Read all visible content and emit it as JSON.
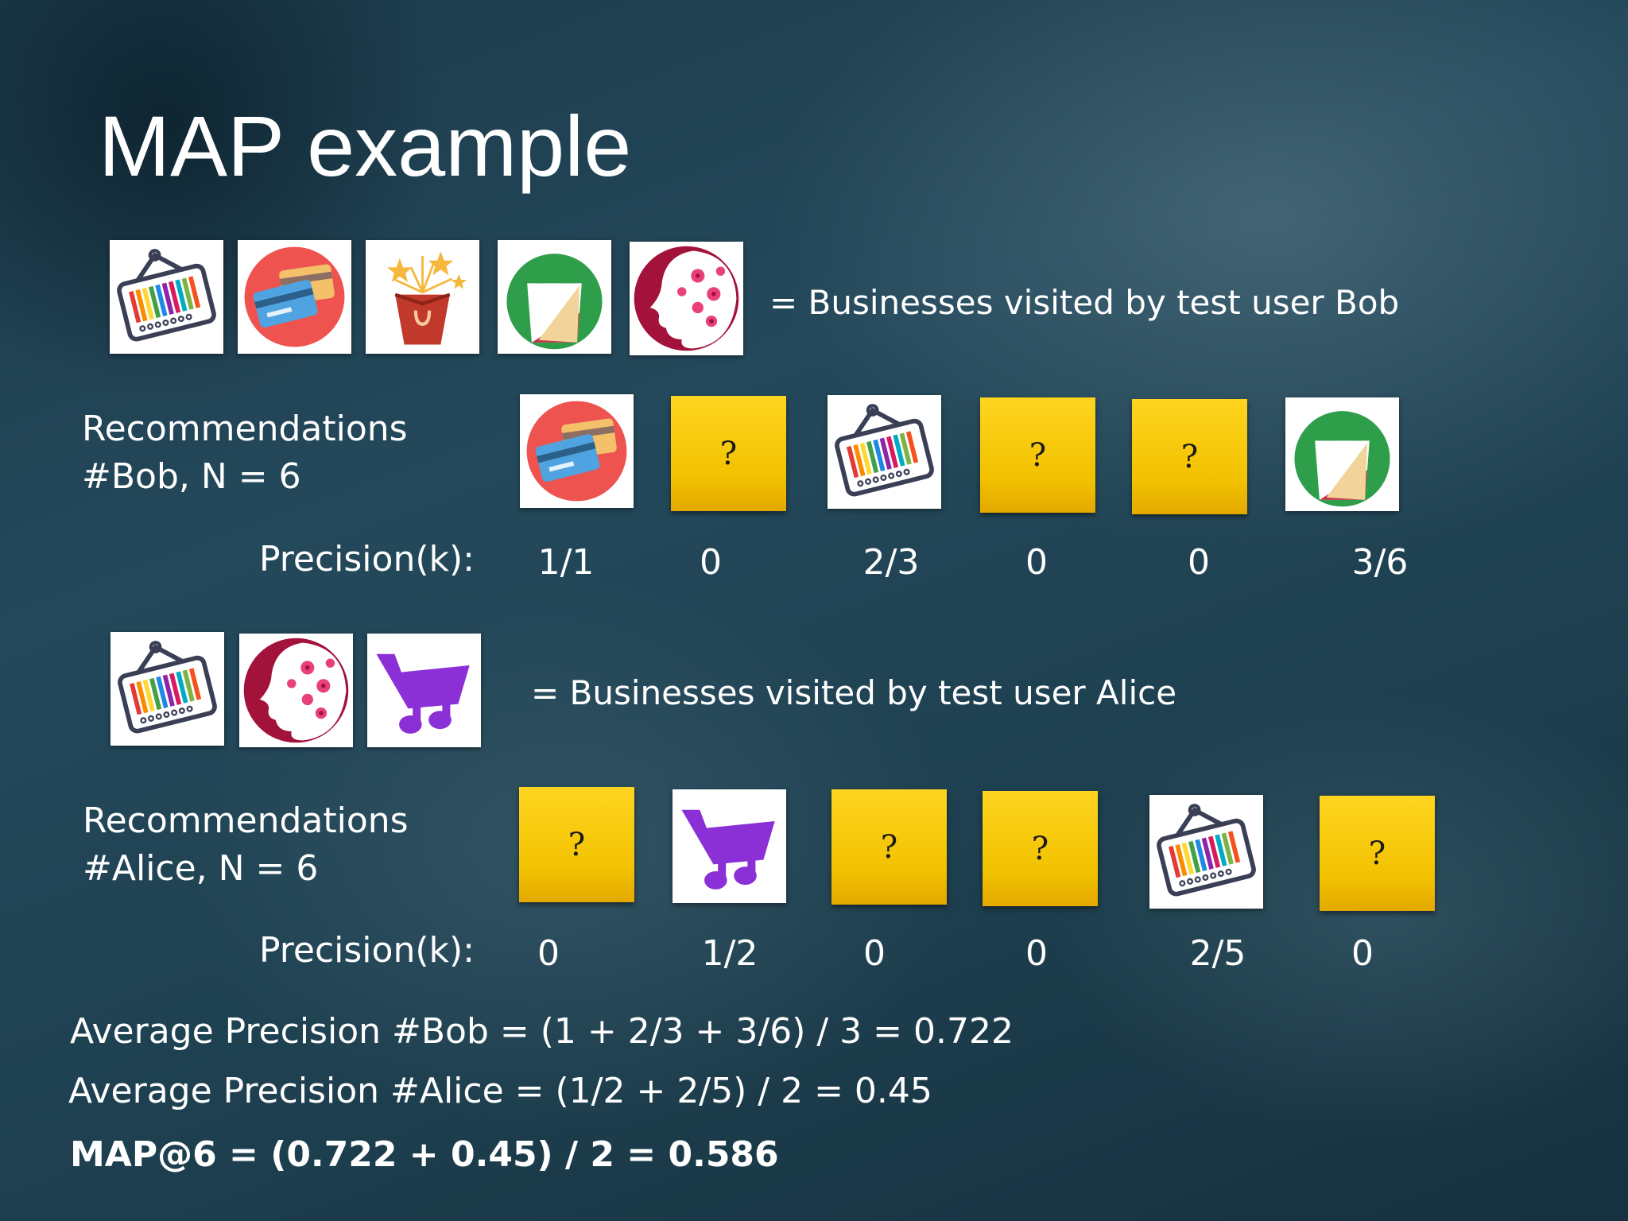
{
  "slide": {
    "title": "MAP example"
  },
  "bob": {
    "visited_caption": "= Businesses visited by test user Bob",
    "visited_icons": [
      "barcode-tag-icon",
      "credit-cards-icon",
      "gift-box-icon",
      "shopping-bag-icon",
      "flower-face-icon"
    ],
    "rec_label_line1": "Recommendations",
    "rec_label_line2": "#Bob, N = 6",
    "recommendations": [
      "credit-cards-icon",
      "?",
      "barcode-tag-icon",
      "?",
      "?",
      "shopping-bag-icon"
    ],
    "precision_label": "Precision(k):",
    "precision_values": [
      "1/1",
      "0",
      "2/3",
      "0",
      "0",
      "3/6"
    ]
  },
  "alice": {
    "visited_caption": "= Businesses visited by test user Alice",
    "visited_icons": [
      "barcode-tag-icon",
      "flower-face-icon",
      "music-cart-icon"
    ],
    "rec_label_line1": "Recommendations",
    "rec_label_line2": "#Alice, N = 6",
    "recommendations": [
      "?",
      "music-cart-icon",
      "?",
      "?",
      "barcode-tag-icon",
      "?"
    ],
    "precision_label": "Precision(k):",
    "precision_values": [
      "0",
      "1/2",
      "0",
      "0",
      "2/5",
      "0"
    ]
  },
  "summary": {
    "ap_bob": "Average Precision #Bob =  (1 + 2/3 + 3/6) / 3 = 0.722",
    "ap_alice": "Average Precision #Alice =  (1/2 + 2/5) / 2 = 0.45",
    "map": "MAP@6 = (0.722 + 0.45) / 2 = 0.586"
  },
  "colors": {
    "question_tile": "#f7c800",
    "text": "#ffffff"
  }
}
